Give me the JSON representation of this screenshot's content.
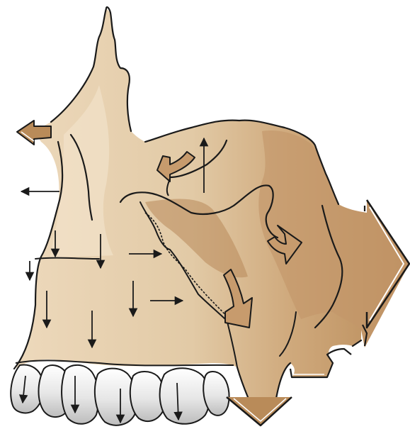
{
  "figure": {
    "subject": "maxilla-growth-vectors",
    "colors": {
      "bone_light": "#EDD9BC",
      "bone_mid": "#DCC09A",
      "bone_dark": "#C69C6D",
      "bone_darker": "#B48553",
      "tooth": "#E6E6E6",
      "tooth_shadow": "#B8B8B8",
      "outline": "#1A1A1A",
      "arrow_shadow": "#6B5238"
    },
    "icons": {
      "displacement_arrow": "hollow-block-arrow",
      "growth_arrow": "thin-line-arrow",
      "rotation_arrow": "curved-hook-arrow"
    }
  }
}
